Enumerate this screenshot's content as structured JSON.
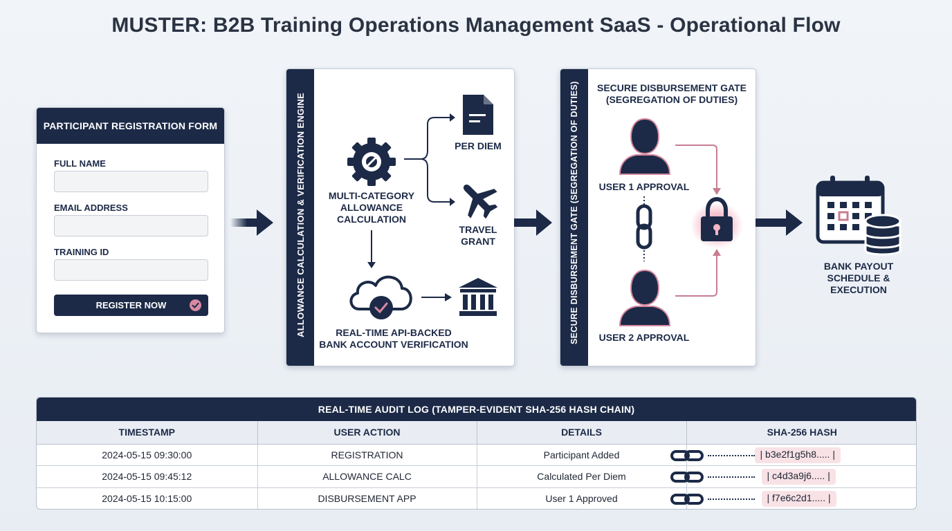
{
  "title": "MUSTER: B2B Training Operations Management SaaS - Operational Flow",
  "registration": {
    "header": "PARTICIPANT REGISTRATION FORM",
    "fields": [
      {
        "label": "FULL NAME",
        "value": ""
      },
      {
        "label": "EMAIL ADDRESS",
        "value": ""
      },
      {
        "label": "TRAINING ID",
        "value": ""
      }
    ],
    "button": "REGISTER NOW"
  },
  "allowance_panel": {
    "side_label": "ALLOWANCE CALCULATION & VERIFICATION ENGINE",
    "calc_label_1": "MULTI-CATEGORY",
    "calc_label_2": "ALLOWANCE",
    "calc_label_3": "CALCULATION",
    "per_diem": "PER DIEM",
    "travel_1": "TRAVEL",
    "travel_2": "GRANT",
    "verify_1": "REAL-TIME API-BACKED",
    "verify_2": "BANK ACCOUNT VERIFICATION"
  },
  "disbursement_panel": {
    "side_label": "SECURE DISBURSEMENT GATE (SEGREGATION OF DUTIES)",
    "title_1": "SECURE DISBURSEMENT GATE",
    "title_2": "(SEGREGATION OF DUTIES)",
    "user1": "USER 1 APPROVAL",
    "user2": "USER 2 APPROVAL"
  },
  "payout": {
    "line1": "BANK PAYOUT",
    "line2": "SCHEDULE &",
    "line3": "EXECUTION"
  },
  "audit": {
    "title": "REAL-TIME AUDIT LOG (TAMPER-EVIDENT SHA-256 HASH CHAIN)",
    "columns": [
      "TIMESTAMP",
      "USER ACTION",
      "DETAILS",
      "SHA-256 HASH"
    ],
    "rows": [
      [
        "2024-05-15 09:30:00",
        "REGISTRATION",
        "Participant Added",
        "| b3e2f1g5h8..... |"
      ],
      [
        "2024-05-15 09:45:12",
        "ALLOWANCE CALC",
        "Calculated Per Diem",
        "| c4d3a9j6..... |"
      ],
      [
        "2024-05-15 10:15:00",
        "DISBURSEMENT APP",
        "User 1 Approved",
        "| f7e6c2d1..... |"
      ]
    ]
  },
  "colors": {
    "navy": "#1c2a47",
    "accent_pink": "#c77d92",
    "background": "#eef2f6"
  },
  "icons": [
    "check-circle-icon",
    "gear-icon",
    "document-icon",
    "airplane-icon",
    "cloud-check-icon",
    "bank-icon",
    "user-icon",
    "chain-link-icon",
    "lock-icon",
    "calendar-icon",
    "database-icon",
    "arrow-right-icon"
  ]
}
